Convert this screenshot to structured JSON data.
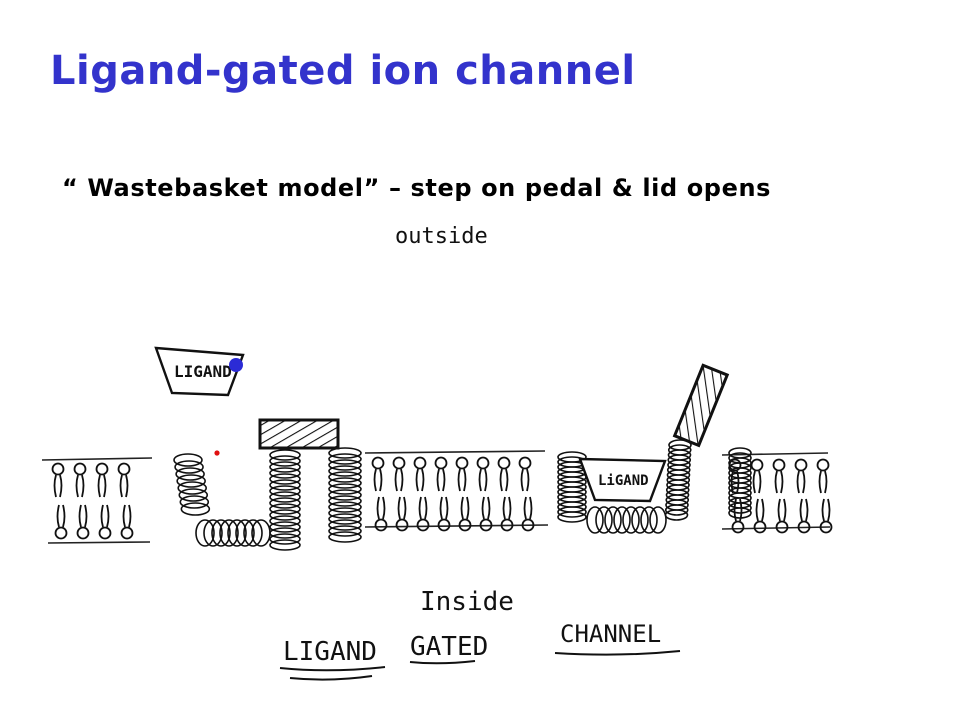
{
  "slide": {
    "title": "Ligand-gated ion channel",
    "subtitle": "“ Wastebasket model” – step on pedal & lid opens",
    "title_color": "#3333cc"
  },
  "sketch": {
    "outside_label": "outside",
    "inside_label": "Inside",
    "ligand_label_top": "LIGAND",
    "ligand_label_bound": "LiGAND",
    "caption_words": [
      "LIGAND",
      "GATED",
      "CHANNEL"
    ],
    "ligand_dot_color": "#2b2bd6",
    "accent_dot_color": "#e01010"
  }
}
